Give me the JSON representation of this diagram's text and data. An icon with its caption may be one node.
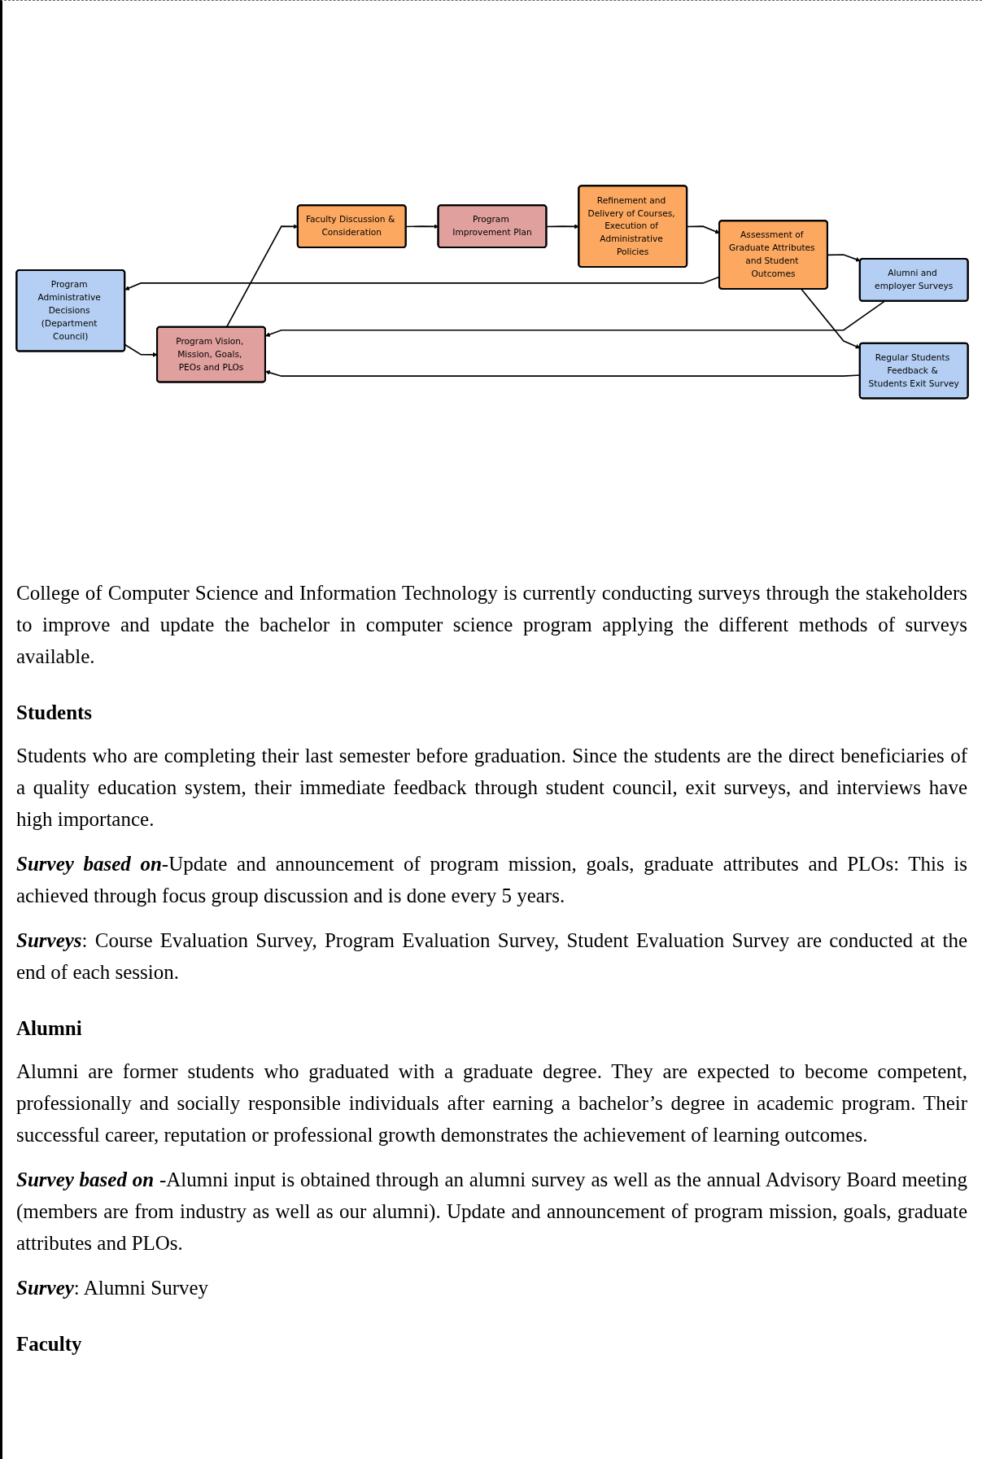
{
  "diagram": {
    "nodes": [
      {
        "text": [
          "Program Administrative Decisions (Department Council)"
        ]
      },
      {
        "text": [
          "Program Vision, Mission, Goals, PEOs and PLOs"
        ]
      },
      {
        "text": [
          "Alumni and employer Surveys"
        ]
      },
      {
        "text": [
          "Regular Students Feedback & Students Exit Survey"
        ]
      },
      {
        "text": [
          "Faculty Discussion & Consideration"
        ]
      },
      {
        "text": [
          "Program Improvement Plan"
        ]
      },
      {
        "text": [
          "Refinement and Delivery of Courses, Execution of Administrative Policies"
        ]
      },
      {
        "text": [
          "Assessment of Graduate Attributes and Student Outcomes"
        ]
      }
    ],
    "edges": [
      {
        "from": 0,
        "to": 1,
        "arrow": "to"
      },
      {
        "from": 2,
        "to": 1,
        "arrow": "to"
      },
      {
        "from": 3,
        "to": 1,
        "arrow": "to"
      },
      {
        "from": 1,
        "to": 4,
        "arrow": "to"
      },
      {
        "from": 4,
        "to": 5,
        "arrow": "to"
      },
      {
        "from": 5,
        "to": 6,
        "arrow": "to"
      },
      {
        "from": 6,
        "to": 7,
        "arrow": "to"
      },
      {
        "from": 7,
        "to": 0,
        "arrow": "to"
      },
      {
        "from": 7,
        "to": 2,
        "arrow": "to"
      },
      {
        "from": 7,
        "to": 3,
        "arrow": "to"
      }
    ],
    "labels": [
      "College of Computer Science and Information Technology is currently conducting surveys through the stakeholders to improve and update the bachelor in computer science program applying the different methods of surveys available.",
      "Students",
      "Students who are completing their last semester before graduation. Since the students are the direct beneficiaries of a quality education system, their immediate feedback through student council, exit surveys, and interviews have high importance.",
      "*Survey based on*-Update and announcement of program mission, goals, graduate attributes and PLOs: This is achieved through focus group discussion and is done every 5 years.",
      "*Surveys*: Course Evaluation Survey, Program Evaluation Survey, Student Evaluation Survey are conducted at the end of each session.",
      "Alumni",
      "Alumni are former students who graduated with a graduate degree. They are expected to become competent, professionally and socially responsible individuals after earning a bachelor’s degree in academic program. Their successful career, reputation or professional growth demonstrates the achievement of learning outcomes.",
      "*Survey based on* -Alumni input is obtained through an alumni survey as well as the annual Advisory Board meeting (members are from industry as well as our alumni). Update and announcement of program mission, goals, graduate attributes and PLOs.",
      "*Survey*: Alumni Survey",
      "Faculty"
    ]
  }
}
